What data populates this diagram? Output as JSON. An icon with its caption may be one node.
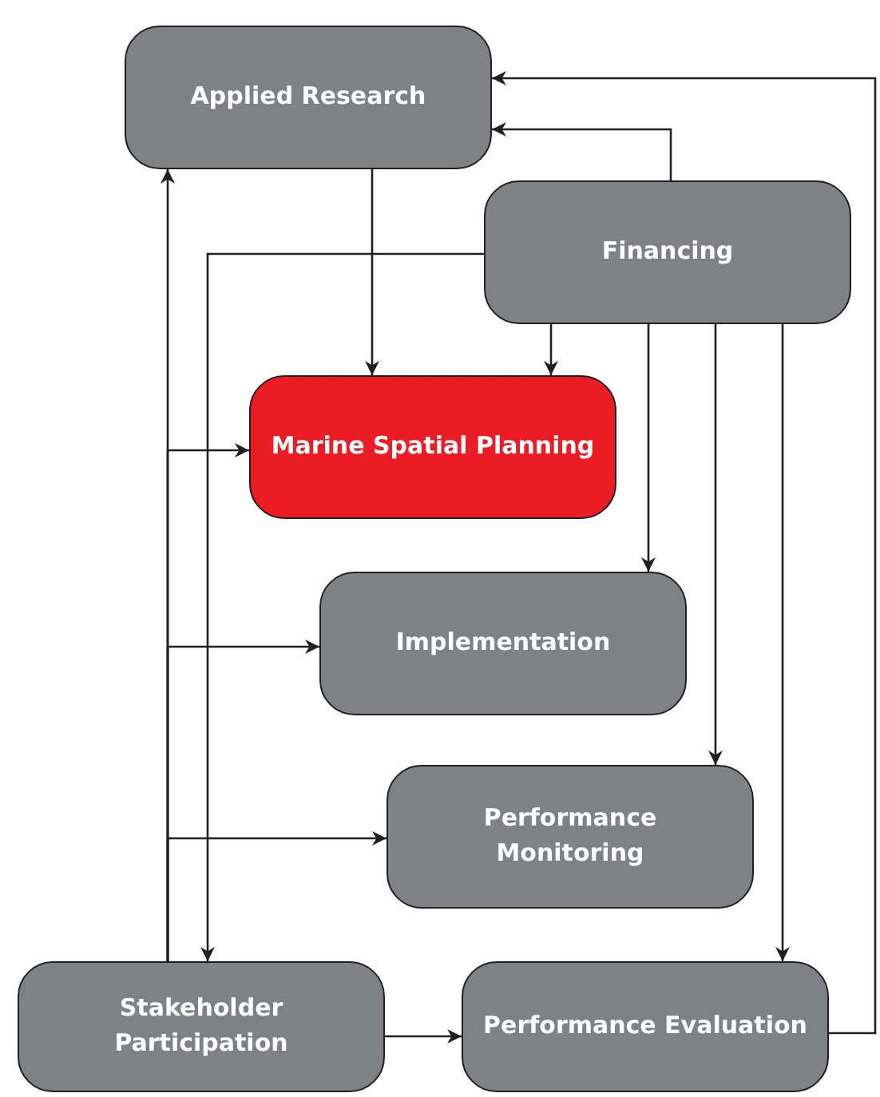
{
  "diagram": {
    "nodes": [
      {
        "text": [
          "Applied Research"
        ]
      },
      {
        "text": [
          "Financing"
        ]
      },
      {
        "text": [
          "Marine Spatial Planning"
        ]
      },
      {
        "text": [
          "Implementation"
        ]
      },
      {
        "text": [
          "Performance Monitoring"
        ]
      },
      {
        "text": [
          "Stakeholder Participation"
        ]
      },
      {
        "text": [
          "Performance Evaluation"
        ]
      }
    ],
    "edges": [
      {
        "from": 0,
        "to": 2,
        "arrow": "to"
      },
      {
        "from": 1,
        "to": 0,
        "arrow": "to"
      },
      {
        "from": 1,
        "to": 2,
        "arrow": "to"
      },
      {
        "from": 1,
        "to": 3,
        "arrow": "to"
      },
      {
        "from": 1,
        "to": 4,
        "arrow": "to"
      },
      {
        "from": 1,
        "to": 6,
        "arrow": "to"
      },
      {
        "from": 1,
        "to": 5,
        "arrow": "to"
      },
      {
        "from": 5,
        "to": 0,
        "arrow": "to"
      },
      {
        "from": 5,
        "to": 2,
        "arrow": "to"
      },
      {
        "from": 5,
        "to": 3,
        "arrow": "to"
      },
      {
        "from": 5,
        "to": 4,
        "arrow": "to"
      },
      {
        "from": 5,
        "to": 6,
        "arrow": "to"
      },
      {
        "from": 6,
        "to": 0,
        "arrow": "to"
      }
    ]
  }
}
